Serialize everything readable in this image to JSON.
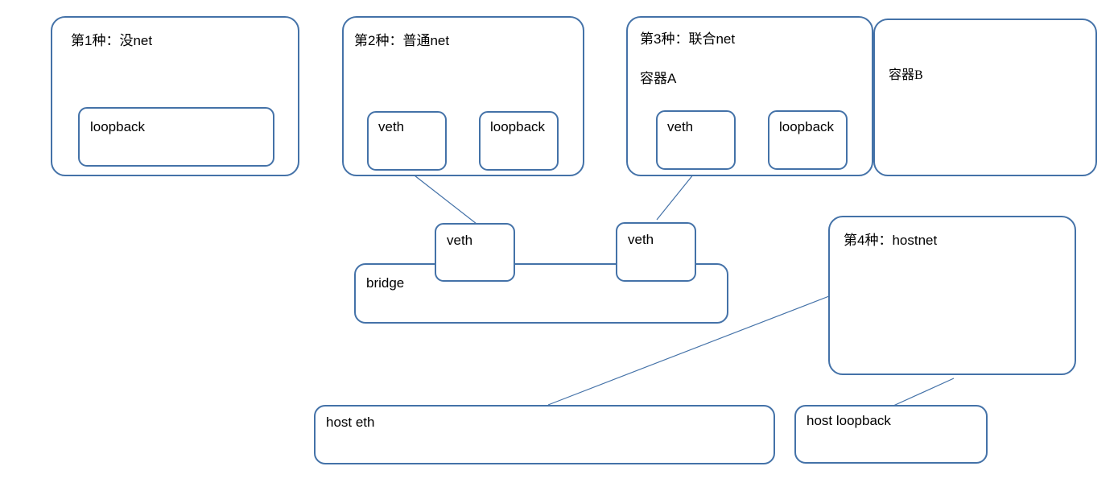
{
  "diagram": {
    "title_kind1": "第1种：没net",
    "title_kind2": "第2种：普通net",
    "title_kind3": "第3种：联合net",
    "title_kind4": "第4种：hostnet",
    "container_a": "容器A",
    "container_b": "容器B",
    "labels": {
      "loopback": "loopback",
      "veth": "veth",
      "bridge": "bridge",
      "host_eth": "host eth",
      "host_loopback": "host loopback"
    },
    "colors": {
      "stroke": "#4472a8",
      "fill": "#ffffff",
      "text": "#000000"
    }
  }
}
